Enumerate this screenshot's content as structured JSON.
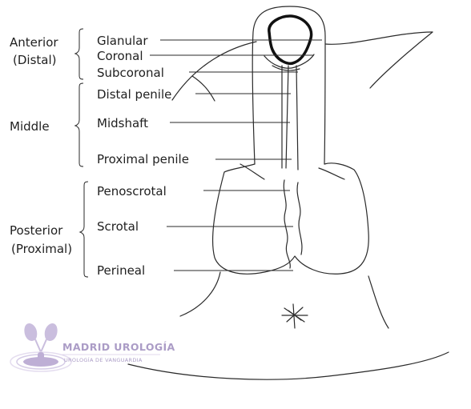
{
  "groups": {
    "anterior": [
      "Anterior",
      "(Distal)"
    ],
    "middle": [
      "Middle"
    ],
    "posterior": [
      "Posterior",
      "(Proximal)"
    ]
  },
  "labels": {
    "glanular": "Glanular",
    "coronal": "Coronal",
    "subcoronal": "Subcoronal",
    "distal_penile": "Distal penile",
    "midshaft": "Midshaft",
    "proximal_penile": "Proximal penile",
    "penoscrotal": "Penoscrotal",
    "scrotal": "Scrotal",
    "perineal": "Perineal"
  },
  "watermark": {
    "brand": "MADRID UROLOGÍA",
    "tagline": "UROLOGÍA DE VANGUARDIA",
    "color": "#8f7bb3"
  }
}
